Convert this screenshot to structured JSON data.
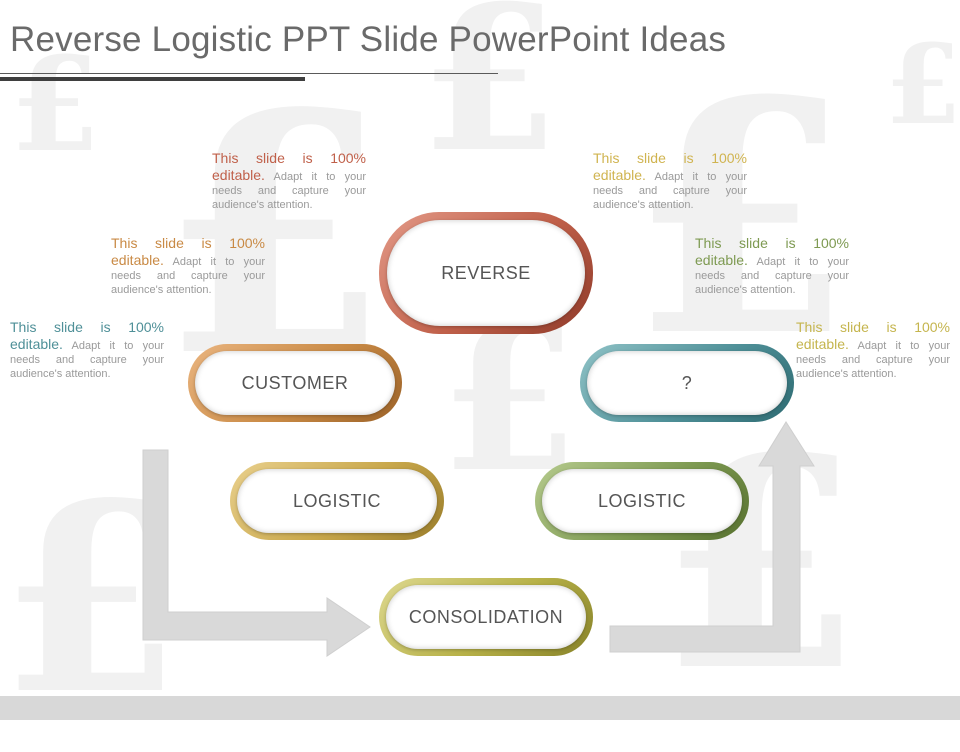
{
  "title": "Reverse Logistic PPT Slide PowerPoint Ideas",
  "colors": {
    "reverse": "#c0604a",
    "customer": "#c98a45",
    "logistic_left": "#c9a84c",
    "consolidation": "#b7b148",
    "logistic_right": "#7e9a52",
    "question": "#4f9098",
    "arrow": "#d9d9d9",
    "pound_watermark": "#f1f1f1"
  },
  "background": {
    "glyph": "£"
  },
  "nodes": {
    "reverse": "REVERSE",
    "customer": "CUSTOMER",
    "logistic_left": "LOGISTIC",
    "consolidation": "CONSOLIDATION",
    "logistic_right": "LOGISTIC",
    "question": "?"
  },
  "notes": [
    {
      "highlight": "This slide is 100% editable.",
      "body": " Adapt it to your needs and capture your audience's attention.",
      "color": "#c0604a"
    },
    {
      "highlight": "This slide is 100% editable.",
      "body": " Adapt it to your needs and capture your audience's attention.",
      "color": "#c98a45"
    },
    {
      "highlight": "This slide is 100% editable.",
      "body": " Adapt it to your needs and capture your audience's attention.",
      "color": "#4f9098"
    },
    {
      "highlight": "This slide is 100% editable.",
      "body": " Adapt it to your needs and capture your audience's attention.",
      "color": "#d0b450"
    },
    {
      "highlight": "This slide is 100% editable.",
      "body": " Adapt it to your needs and capture your audience's attention.",
      "color": "#7e9a52"
    },
    {
      "highlight": "This slide is 100% editable.",
      "body": " Adapt it to your needs and capture your audience's attention.",
      "color": "#c5b54e"
    }
  ]
}
